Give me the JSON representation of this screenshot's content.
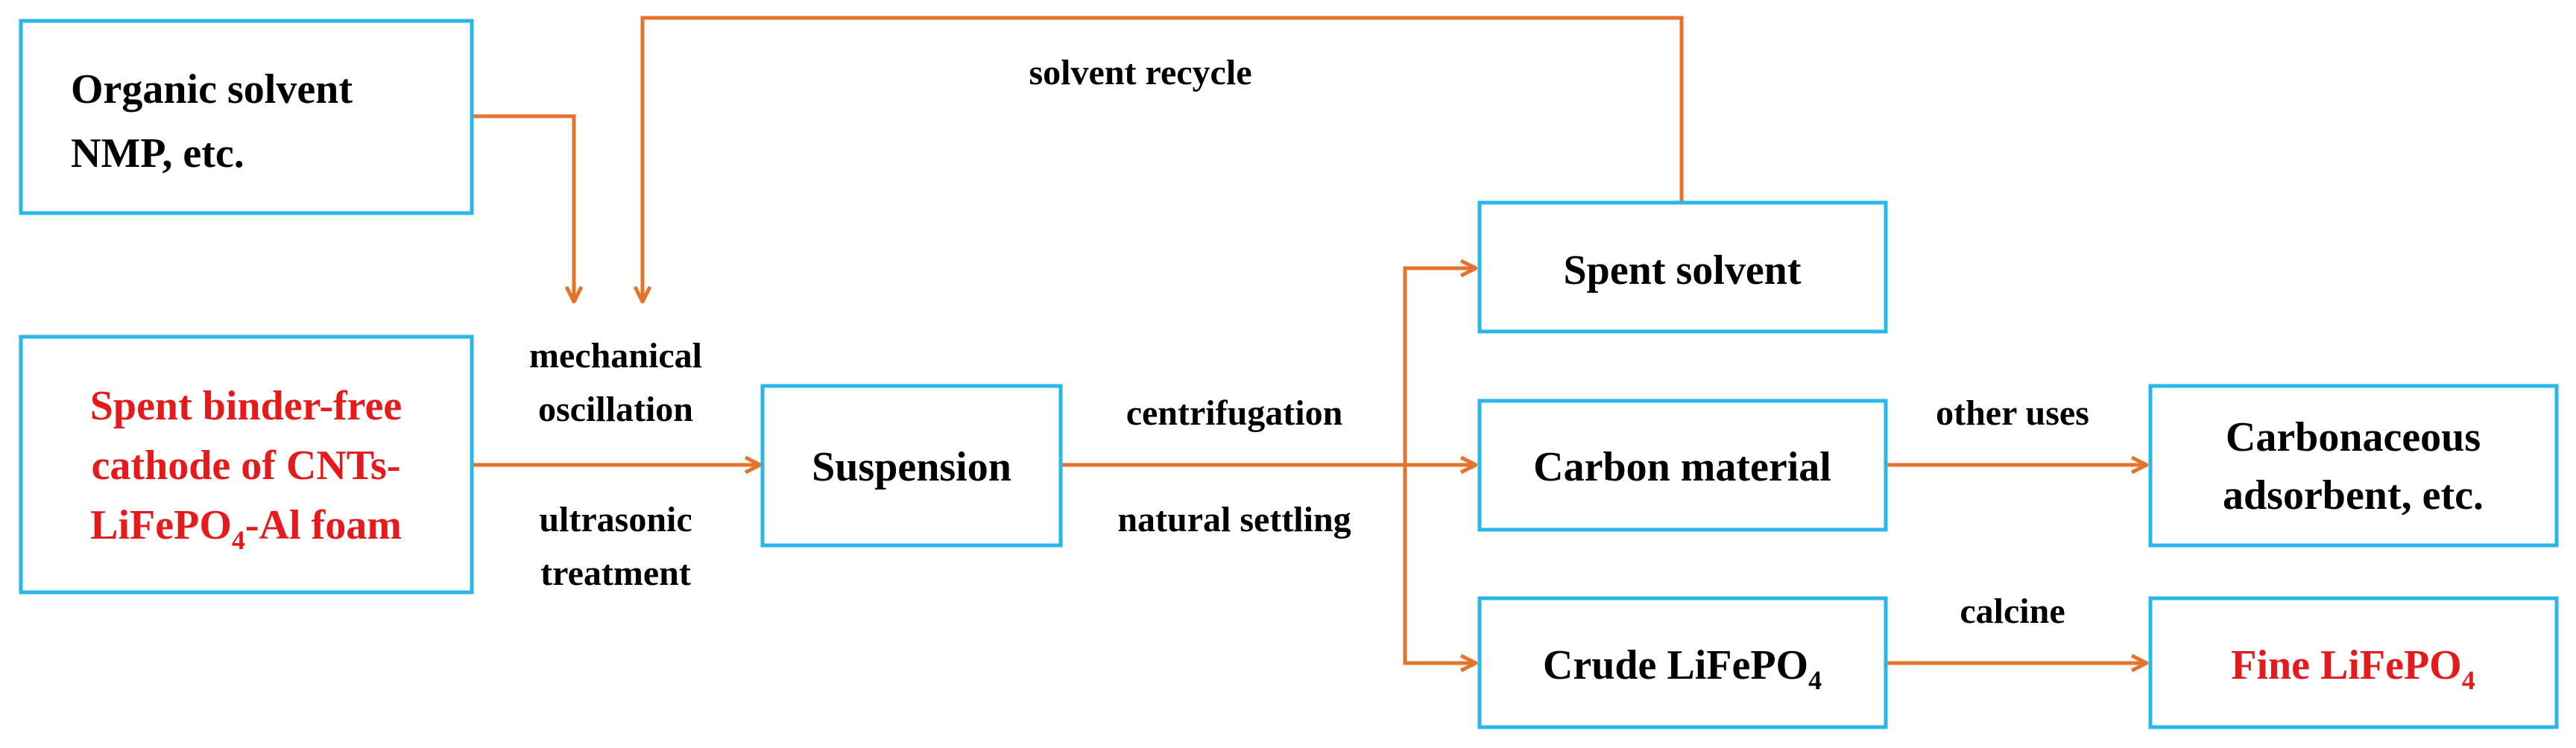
{
  "nodes": {
    "organic_solvent": [
      "Organic solvent",
      "NMP, etc."
    ],
    "spent_cathode": [
      "Spent binder-free",
      "cathode of CNTs-",
      "LiFePO",
      "4",
      "-Al foam"
    ],
    "suspension": "Suspension",
    "spent_solvent": "Spent solvent",
    "carbon_material": "Carbon material",
    "crude_lfp": [
      "Crude LiFePO",
      "4"
    ],
    "carbonaceous_adsorbent": [
      "Carbonaceous",
      "adsorbent, etc."
    ],
    "fine_lfp": [
      "Fine LiFePO",
      "4"
    ]
  },
  "edges": {
    "solvent_recycle": "solvent recycle",
    "mechanical_oscillation": [
      "mechanical",
      "oscillation"
    ],
    "ultrasonic_treatment": [
      "ultrasonic",
      "treatment"
    ],
    "centrifugation": "centrifugation",
    "natural_settling": "natural settling",
    "other_uses": "other uses",
    "calcine": "calcine"
  },
  "colors": {
    "box_border": "#29b6e8",
    "arrow": "#e5732b",
    "highlight_text": "#e41a1c",
    "text": "#000000"
  }
}
